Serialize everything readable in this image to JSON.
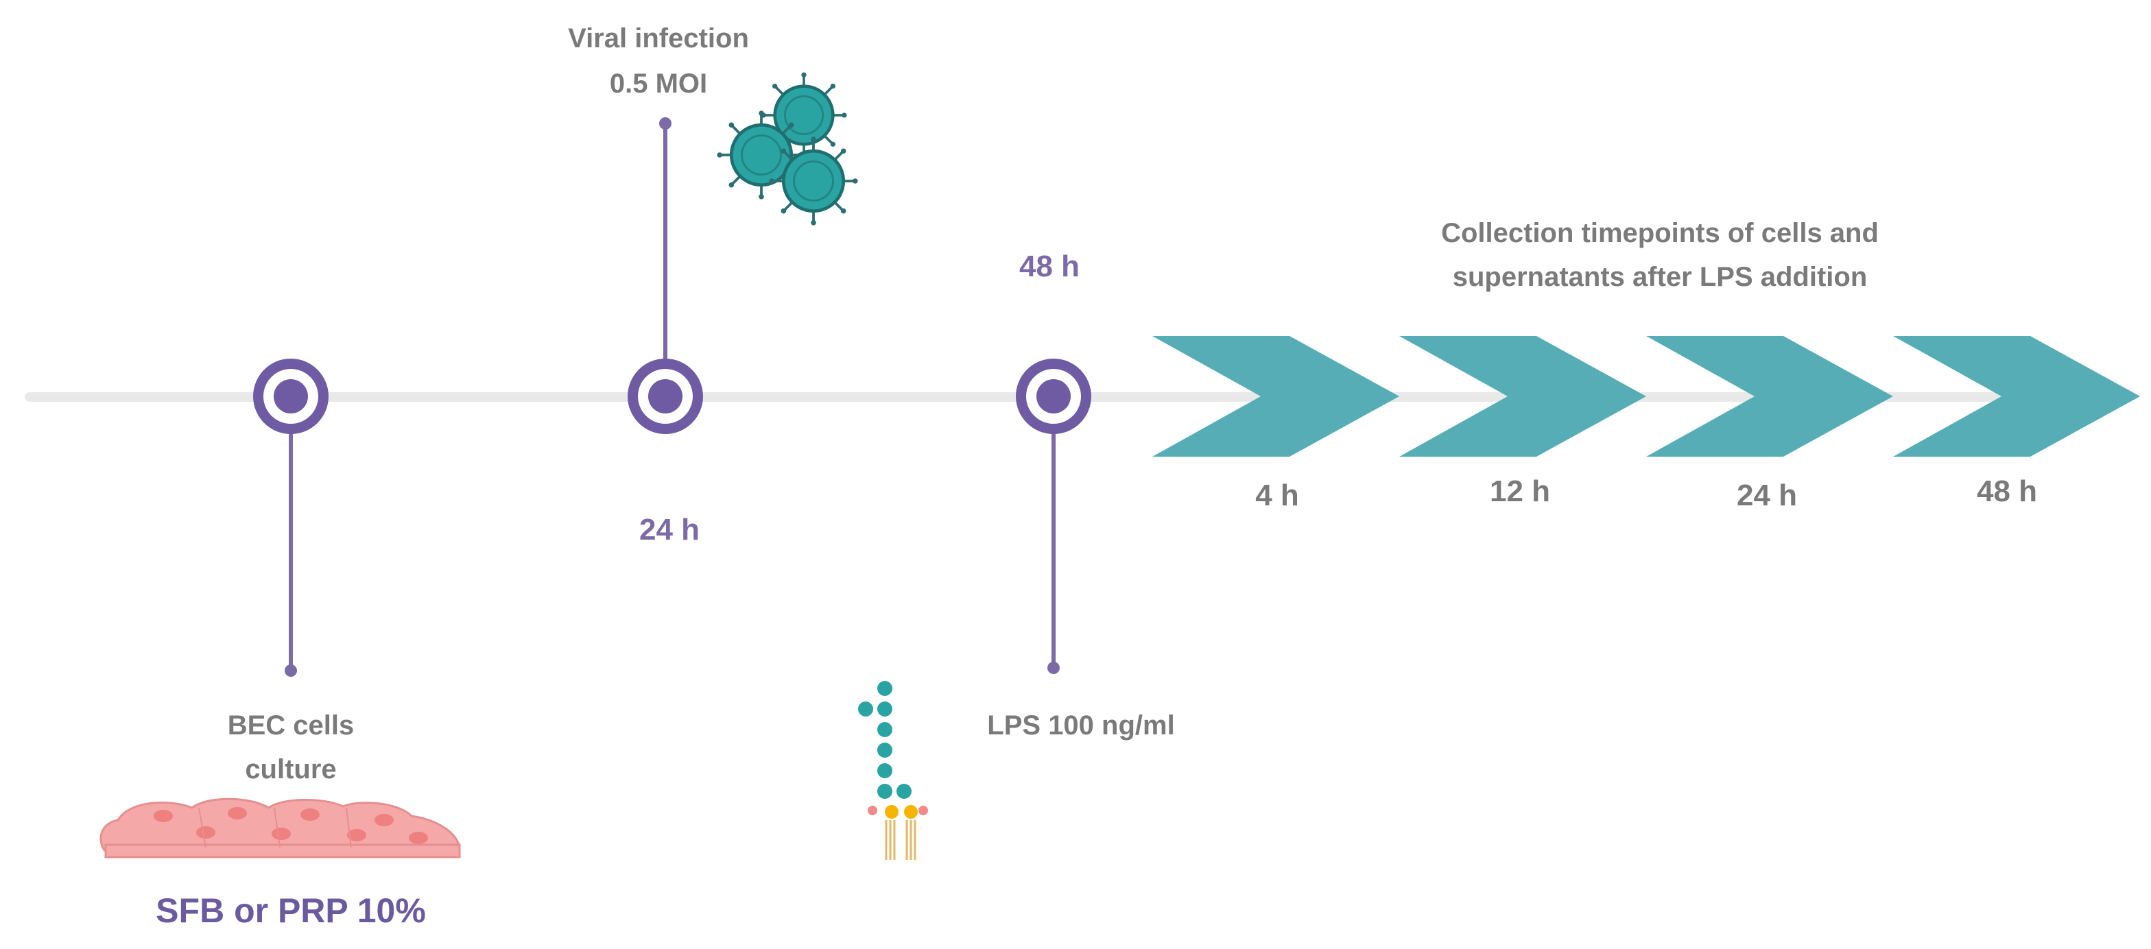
{
  "colors": {
    "purple": "#6e5ba4",
    "purple_light": "#7b6aa6",
    "teal": "#56adb5",
    "virus": "#2aa3a3",
    "cell": "#f5a8a8",
    "track": "#e9e9e9",
    "grey_text": "#7a7a7a"
  },
  "labels": {
    "viral_infection": "Viral infection",
    "moi": "0.5 MOI",
    "bec_cells": "BEC cells",
    "culture": "culture",
    "medium": "SFB or PRP 10%",
    "time_24": "24 h",
    "time_48": "48 h",
    "lps": "LPS 100 ng/ml",
    "collection_line1": "Collection timepoints of cells and",
    "collection_line2": "supernatants after LPS addition"
  },
  "collection_timepoints": [
    "4 h",
    "12 h",
    "24 h",
    "48 h"
  ],
  "icons": [
    "virus-icon",
    "lps-molecule-icon",
    "epithelial-cells-icon"
  ]
}
